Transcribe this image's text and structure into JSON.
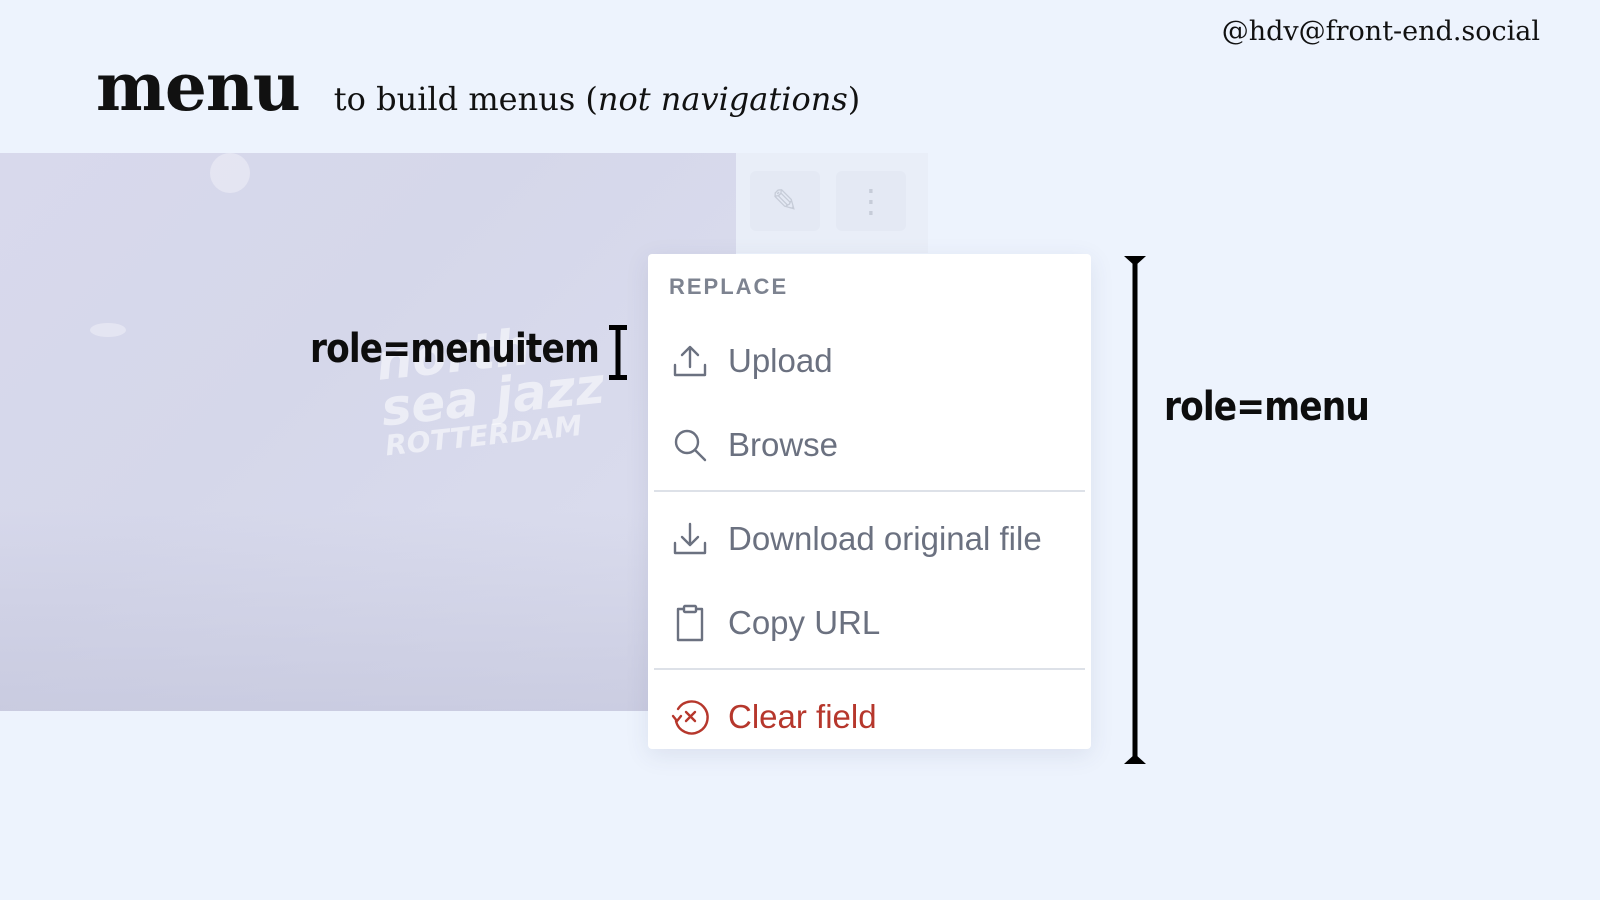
{
  "handle": "@hdv@front-end.social",
  "header": {
    "title": "menu",
    "subtitle_prefix": "to build menus (",
    "subtitle_emphasis": "not navigations",
    "subtitle_suffix": ")"
  },
  "annotations": {
    "menuitem_label": "role=menuitem",
    "menu_label": "role=menu"
  },
  "background_photo": {
    "logo_line1": "north",
    "logo_line2": "sea jazz",
    "logo_line3": "ROTTERDAM"
  },
  "menu": {
    "group_label": "REPLACE",
    "items": [
      {
        "label": "Upload",
        "icon": "upload-icon"
      },
      {
        "label": "Browse",
        "icon": "search-icon"
      },
      {
        "label": "Download original file",
        "icon": "download-icon"
      },
      {
        "label": "Copy URL",
        "icon": "clipboard-icon"
      },
      {
        "label": "Clear field",
        "icon": "clear-circle-icon"
      }
    ]
  },
  "colors": {
    "background": "#edf3fd",
    "menu_text": "#6b7180",
    "danger": "#b6372c",
    "group_label": "#7d8390"
  }
}
